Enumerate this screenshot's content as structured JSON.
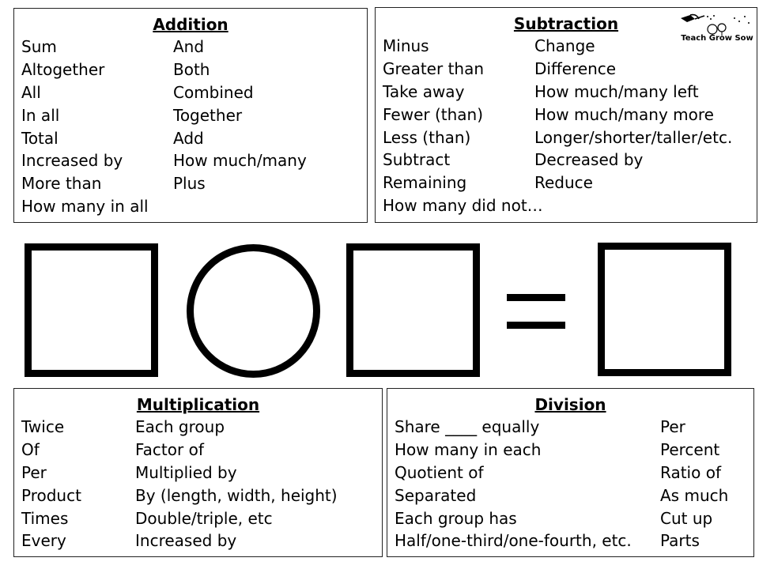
{
  "addition": {
    "title": "Addition",
    "col1": [
      "Sum",
      "Altogether",
      "All",
      "In all",
      "Total",
      "Increased by",
      "More than",
      "How many in all"
    ],
    "col2": [
      "And",
      "Both",
      "Combined",
      "Together",
      "Add",
      "How much/many",
      "Plus"
    ]
  },
  "subtraction": {
    "title": "Subtraction",
    "col1": [
      "Minus",
      "Greater than",
      "Take away",
      "Fewer (than)",
      "Less (than)",
      "Subtract",
      "Remaining",
      "How many did not…"
    ],
    "col2": [
      "Change",
      "Difference",
      "How much/many left",
      "How much/many more",
      "Longer/shorter/taller/etc.",
      "Decreased by",
      "Reduce"
    ]
  },
  "multiplication": {
    "title": "Multiplication",
    "col1": [
      "Twice",
      "Of",
      "Per",
      "Product",
      "Times",
      "Every"
    ],
    "col2": [
      "Each group",
      "Factor of",
      "Multiplied by",
      "By (length, width, height)",
      "Double/triple, etc",
      "Increased by"
    ]
  },
  "division": {
    "title": "Division",
    "col1": [
      "Share ____ equally",
      "How many in each",
      "Quotient of",
      "Separated",
      "Each group has",
      "Half/one-third/one-fourth, etc."
    ],
    "col2": [
      "Per",
      "Percent",
      "Ratio of",
      "As much",
      "Cut up",
      "Parts"
    ]
  },
  "logo": {
    "text": "Teach Grow Sow"
  },
  "equation": {
    "shapes": [
      "square",
      "circle",
      "square",
      "equals",
      "square"
    ]
  }
}
